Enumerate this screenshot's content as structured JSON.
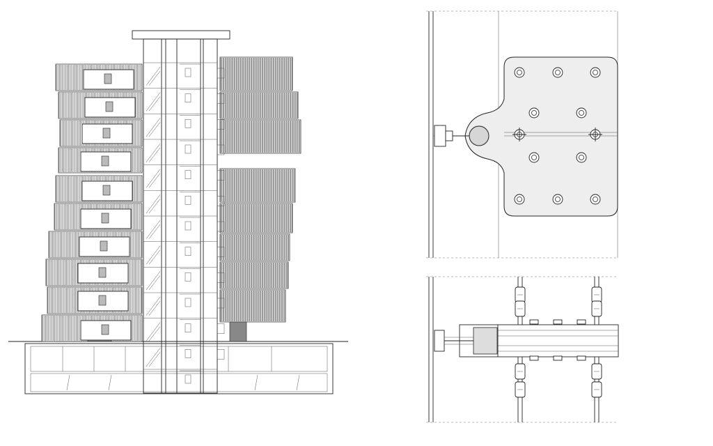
{
  "drawing": {
    "type": "architectural-section-and-connection-details",
    "stroke_color": "#222222",
    "background_color": "#ffffff",
    "shade_color": "#eeeeee",
    "tower": {
      "floors": 12,
      "level_marks": [
        "",
        "",
        "",
        "",
        "",
        "",
        "",
        "",
        "",
        "",
        "",
        "",
        "",
        ""
      ]
    },
    "plate_detail": {
      "bolt_rows": [
        3,
        2,
        2,
        2,
        3
      ]
    }
  }
}
